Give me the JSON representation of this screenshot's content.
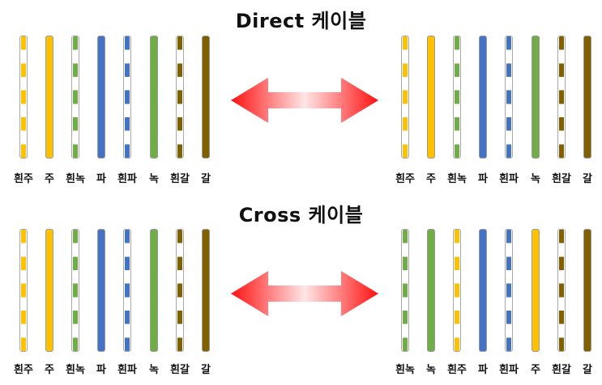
{
  "titles": {
    "direct": "Direct 케이블",
    "cross": "Cross 케이블"
  },
  "colors": {
    "주": "#FFC000",
    "녹": "#70AD47",
    "파": "#4472C4",
    "갈": "#806000",
    "stripe": "#ffffff",
    "arrow": "#ff2020"
  },
  "wire_groups": [
    {
      "id": "direct-left",
      "wires": [
        {
          "label": "흰주",
          "color": "주",
          "striped": true
        },
        {
          "label": "주",
          "color": "주",
          "striped": false
        },
        {
          "label": "흰녹",
          "color": "녹",
          "striped": true
        },
        {
          "label": "파",
          "color": "파",
          "striped": false
        },
        {
          "label": "흰파",
          "color": "파",
          "striped": true
        },
        {
          "label": "녹",
          "color": "녹",
          "striped": false
        },
        {
          "label": "흰갈",
          "color": "갈",
          "striped": true
        },
        {
          "label": "갈",
          "color": "갈",
          "striped": false
        }
      ]
    },
    {
      "id": "direct-right",
      "wires": [
        {
          "label": "흰주",
          "color": "주",
          "striped": true
        },
        {
          "label": "주",
          "color": "주",
          "striped": false
        },
        {
          "label": "흰녹",
          "color": "녹",
          "striped": true
        },
        {
          "label": "파",
          "color": "파",
          "striped": false
        },
        {
          "label": "흰파",
          "color": "파",
          "striped": true
        },
        {
          "label": "녹",
          "color": "녹",
          "striped": false
        },
        {
          "label": "흰갈",
          "color": "갈",
          "striped": true
        },
        {
          "label": "갈",
          "color": "갈",
          "striped": false
        }
      ]
    },
    {
      "id": "cross-left",
      "wires": [
        {
          "label": "흰주",
          "color": "주",
          "striped": true
        },
        {
          "label": "주",
          "color": "주",
          "striped": false
        },
        {
          "label": "흰녹",
          "color": "녹",
          "striped": true
        },
        {
          "label": "파",
          "color": "파",
          "striped": false
        },
        {
          "label": "흰파",
          "color": "파",
          "striped": true
        },
        {
          "label": "녹",
          "color": "녹",
          "striped": false
        },
        {
          "label": "흰갈",
          "color": "갈",
          "striped": true
        },
        {
          "label": "갈",
          "color": "갈",
          "striped": false
        }
      ]
    },
    {
      "id": "cross-right",
      "wires": [
        {
          "label": "흰녹",
          "color": "녹",
          "striped": true
        },
        {
          "label": "녹",
          "color": "녹",
          "striped": false
        },
        {
          "label": "흰주",
          "color": "주",
          "striped": true
        },
        {
          "label": "파",
          "color": "파",
          "striped": false
        },
        {
          "label": "흰파",
          "color": "파",
          "striped": true
        },
        {
          "label": "주",
          "color": "주",
          "striped": false
        },
        {
          "label": "흰갈",
          "color": "갈",
          "striped": true
        },
        {
          "label": "갈",
          "color": "갈",
          "striped": false
        }
      ]
    }
  ]
}
